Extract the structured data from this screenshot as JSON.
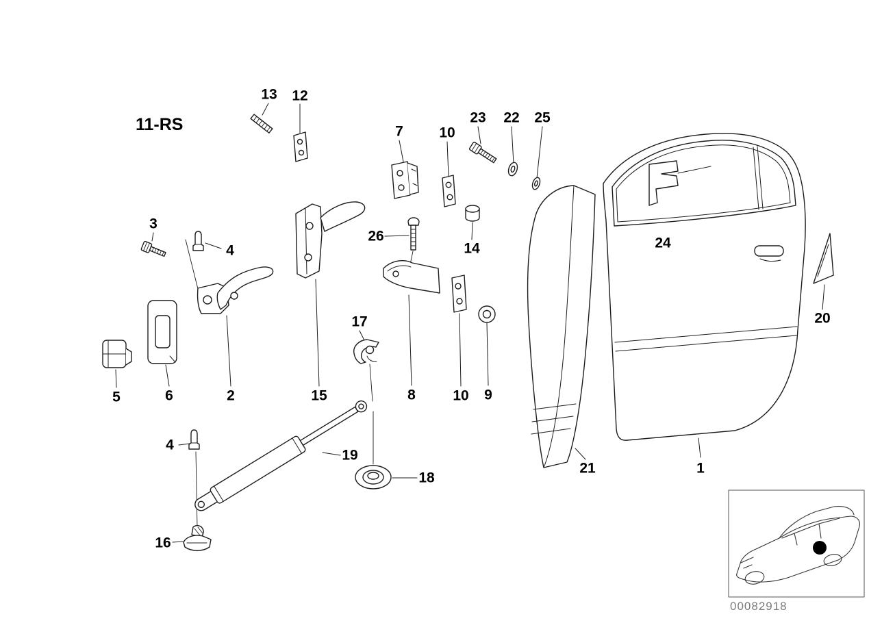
{
  "diagram": {
    "code": "11-RS",
    "doc_number": "00082918",
    "colors": {
      "line": "#1c1c1c",
      "background": "#ffffff",
      "doc_number_text": "#7b7b7b",
      "location_dot": "#000000"
    }
  },
  "labels": {
    "n13": "13",
    "n12": "12",
    "n7": "7",
    "n10a": "10",
    "n23": "23",
    "n22": "22",
    "n25": "25",
    "n3": "3",
    "n4a": "4",
    "n26": "26",
    "n14": "14",
    "n24": "24",
    "n17": "17",
    "n5": "5",
    "n6": "6",
    "n2": "2",
    "n15": "15",
    "n8": "8",
    "n10b": "10",
    "n9": "9",
    "n4b": "4",
    "n19": "19",
    "n18": "18",
    "n16": "16",
    "n21": "21",
    "n1": "1",
    "n20": "20"
  }
}
